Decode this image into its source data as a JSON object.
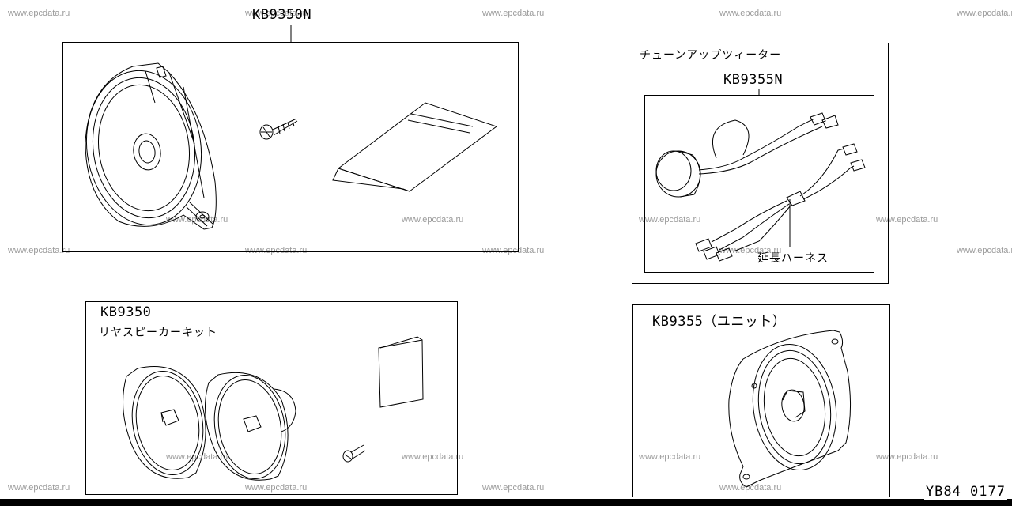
{
  "watermark": "www.epcdata.ru",
  "top_kit": {
    "part_number": "KB9350N"
  },
  "tweeter": {
    "title": "チューンアップツィーター",
    "part_number": "KB9355N",
    "harness_label": "延長ハーネス"
  },
  "rear_kit": {
    "part_number": "KB9350",
    "title": "リヤスピーカーキット"
  },
  "unit": {
    "part_number": "KB9355（ユニット）"
  },
  "diagram_code": "YB84 0177"
}
